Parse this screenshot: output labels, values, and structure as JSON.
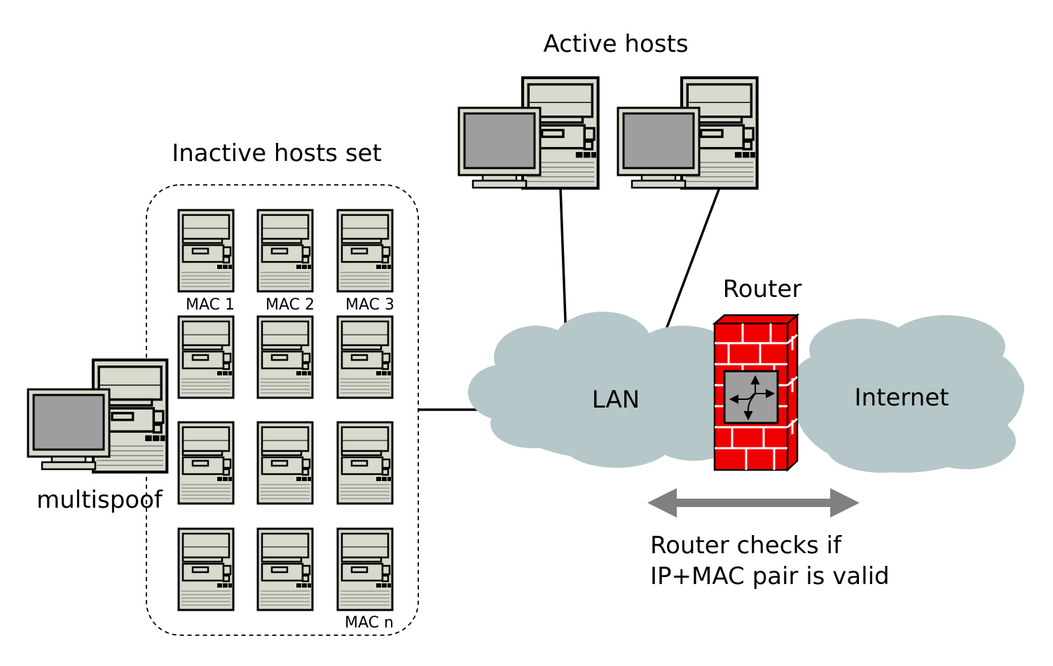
{
  "labels": {
    "active_hosts": "Active hosts",
    "inactive_hosts": "Inactive hosts set",
    "multispoof": "multispoof",
    "router": "Router",
    "lan": "LAN",
    "internet": "Internet",
    "router_note_line1": "Router checks if",
    "router_note_line2": "IP+MAC pair is valid"
  },
  "mac_labels": {
    "mac1": "MAC 1",
    "mac2": "MAC 2",
    "mac3": "MAC 3",
    "macn": "MAC n"
  },
  "colors": {
    "computer_body": "#d9d9ce",
    "screen": "#9e9e9e",
    "cloud": "#b5c7c8",
    "firewall": "#f00000",
    "arrow": "#808080"
  }
}
